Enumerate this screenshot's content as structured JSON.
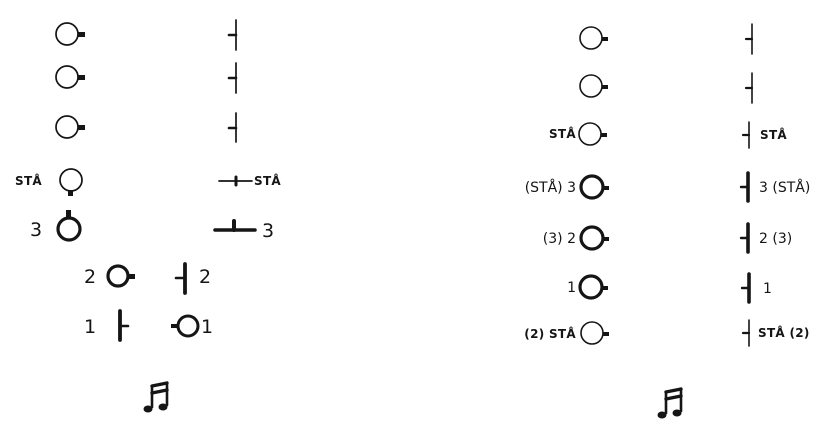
{
  "colors": {
    "ink": "#151515",
    "paper": "#ffffff"
  },
  "left_panel": {
    "circle_labels": [
      "STÅ",
      "3",
      "2",
      "1"
    ],
    "tick_labels": [
      "STÅ",
      "3",
      "2",
      "1"
    ],
    "music_icon": "double-eighth-note-icon"
  },
  "right_panel": {
    "circle_labels": [
      "STÅ",
      "(STÅ) 3",
      "(3) 2",
      "1",
      "(2) STÅ"
    ],
    "tick_labels": [
      "STÅ",
      "3 (STÅ)",
      "2 (3)",
      "1",
      "STÅ (2)"
    ],
    "music_icon": "double-eighth-note-icon"
  }
}
